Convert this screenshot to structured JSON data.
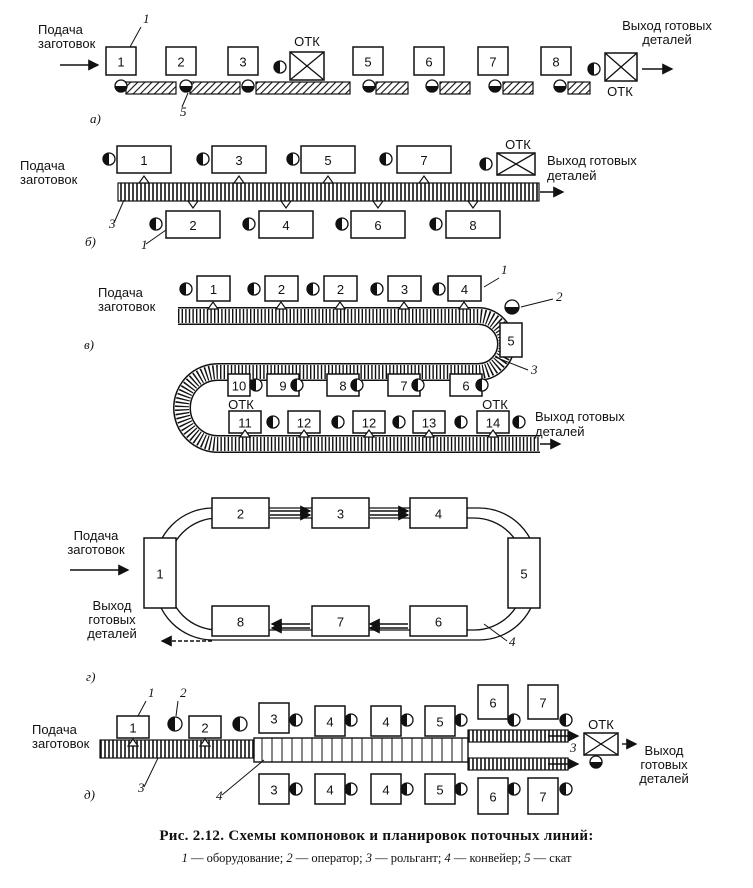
{
  "texts": {
    "supply": [
      "Подача",
      "заготовок"
    ],
    "output": [
      "Выход готовых",
      "деталей"
    ],
    "output_b": [
      "Выход готовых",
      "деталей"
    ],
    "output_v": [
      "Выход готовых",
      "деталей"
    ],
    "output_g": [
      "Выход",
      "готовых",
      "деталей"
    ],
    "output_d": [
      "Выход",
      "готовых",
      "деталей"
    ],
    "qc": "ОТК"
  },
  "panels": {
    "a": {
      "label": "а)",
      "machines": [
        "1",
        "2",
        "3",
        "5",
        "6",
        "7",
        "8"
      ],
      "callouts": [
        "1",
        "5"
      ]
    },
    "b": {
      "label": "б)",
      "top": [
        "1",
        "3",
        "5",
        "7"
      ],
      "bottom": [
        "2",
        "4",
        "6",
        "8"
      ],
      "callouts": [
        "3",
        "1"
      ]
    },
    "v": {
      "label": "в)",
      "row1": [
        "1",
        "2",
        "2",
        "3",
        "4"
      ],
      "turn": "5",
      "row2": [
        "10",
        "9",
        "8",
        "7",
        "6"
      ],
      "row3": [
        "11",
        "12",
        "12",
        "13",
        "14"
      ],
      "callouts": [
        "1",
        "2",
        "3"
      ]
    },
    "g": {
      "label": "г)",
      "top": [
        "2",
        "3",
        "4"
      ],
      "left": "1",
      "right": "5",
      "bottom": [
        "8",
        "7",
        "6"
      ],
      "callouts": [
        "4"
      ]
    },
    "d": {
      "label": "д)",
      "feed": [
        "1",
        "2"
      ],
      "top": [
        "3",
        "4",
        "4",
        "5",
        "6",
        "7"
      ],
      "bottom": [
        "3",
        "4",
        "4",
        "5",
        "6",
        "7"
      ],
      "callouts": [
        "1",
        "2",
        "3",
        "4",
        "3"
      ]
    }
  },
  "caption": {
    "title": "Рис. 2.12. Схемы компоновок и планировок поточных линий:",
    "legend": [
      {
        "num": "1",
        "text": "оборудование"
      },
      {
        "num": "2",
        "text": "оператор"
      },
      {
        "num": "3",
        "text": "рольгант"
      },
      {
        "num": "4",
        "text": "конвейер"
      },
      {
        "num": "5",
        "text": "скат"
      }
    ]
  }
}
